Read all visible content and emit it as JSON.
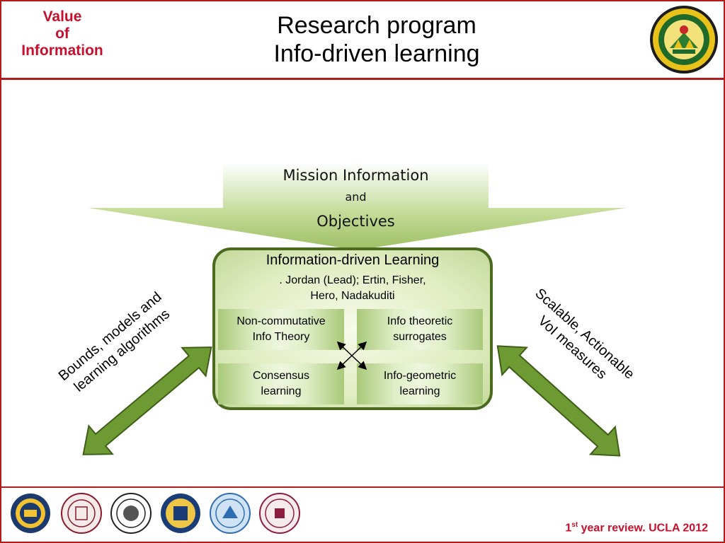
{
  "header": {
    "corner_label": [
      "Value",
      "of",
      "Information"
    ],
    "title_line1": "Research program",
    "title_line2": "Info-driven learning"
  },
  "mission": {
    "line1": "Mission Information",
    "line2": "and",
    "line3": "Objectives"
  },
  "learning_box": {
    "title": "Information-driven Learning",
    "authors_line1": ". Jordan (Lead); Ertin, Fisher,",
    "authors_line2": "Hero, Nadakuditi",
    "cells": [
      {
        "line1": "Non-commutative",
        "line2": "Info Theory"
      },
      {
        "line1": "Info theoretic",
        "line2": "surrogates"
      },
      {
        "line1": "Consensus",
        "line2": "learning"
      },
      {
        "line1": "Info-geometric",
        "line2": "learning"
      }
    ]
  },
  "side_labels": {
    "left_line1": "Bounds, models and",
    "left_line2": "learning algorithms",
    "right_line1": "Scalable, Actionable",
    "right_line2": "VoI measures"
  },
  "footer": {
    "ordinal": "1",
    "ordinal_suffix": "st",
    "rest": " year review. UCLA 2012"
  },
  "colors": {
    "accent_red": "#c8102e",
    "frame_red": "#b31b1b",
    "arrow_green": "#6e9a33",
    "box_border": "#4a6b1d"
  },
  "icons": [
    "army-research-office-seal",
    "university-seals",
    "double-headed-arrow",
    "cross-arrows"
  ]
}
